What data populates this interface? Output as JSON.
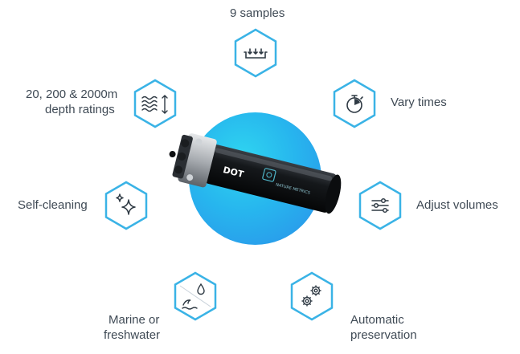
{
  "features": {
    "samples": {
      "label": "9 samples",
      "icon": "sample-tray-icon"
    },
    "depth": {
      "label_line1": "20, 200 & 2000m",
      "label_line2": "depth ratings",
      "icon": "depth-waves-icon"
    },
    "times": {
      "label": "Vary times",
      "icon": "stopwatch-icon"
    },
    "cleaning": {
      "label": "Self-cleaning",
      "icon": "sparkle-icon"
    },
    "volumes": {
      "label": "Adjust volumes",
      "icon": "sliders-icon"
    },
    "water": {
      "label_line1": "Marine or",
      "label_line2": "freshwater",
      "icon": "water-drop-wave-icon"
    },
    "preservation": {
      "label_line1": "Automatic",
      "label_line2": "preservation",
      "icon": "gears-icon"
    }
  },
  "device": {
    "label": "DOT",
    "brand": "NATURE METRICS"
  },
  "colors": {
    "hex_stroke": "#3ab3e6",
    "icon_stroke": "#2f3a44",
    "circle_start": "#2fd5f0",
    "circle_end": "#2b8fe9",
    "text": "#3f4a55"
  }
}
